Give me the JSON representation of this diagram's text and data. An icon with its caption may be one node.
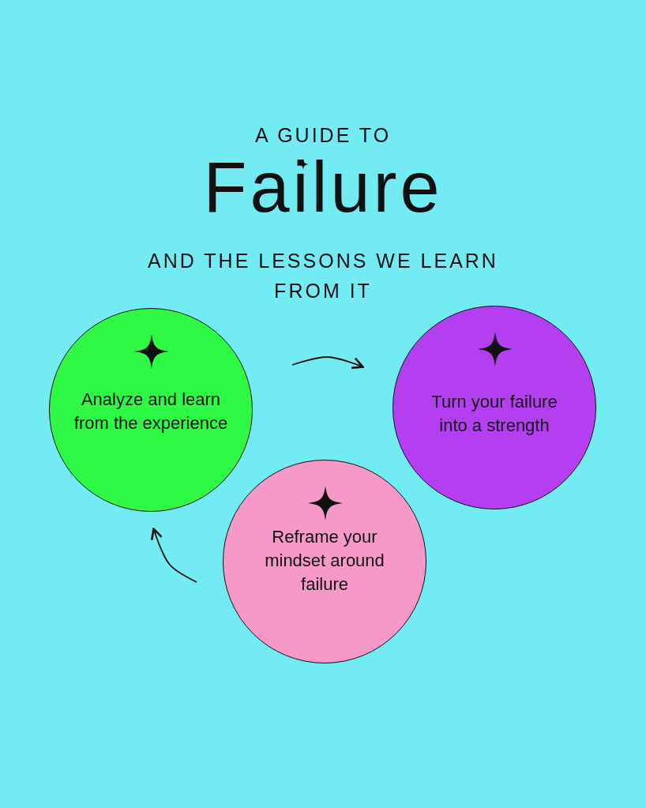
{
  "diagram": {
    "title": "Failure",
    "nodes": [
      {
        "text": [
          "Analyze and learn from the experience"
        ]
      },
      {
        "text": [
          "Turn your failure into a strength"
        ]
      },
      {
        "text": [
          "Reframe your mindset around failure"
        ]
      }
    ],
    "edges": [
      {
        "from": 0,
        "to": 1,
        "arrow": "to"
      },
      {
        "from": 2,
        "to": 0,
        "arrow": "to"
      }
    ],
    "labels": [
      "A GUIDE TO",
      "AND THE LESSONS WE LEARN FROM IT"
    ]
  }
}
